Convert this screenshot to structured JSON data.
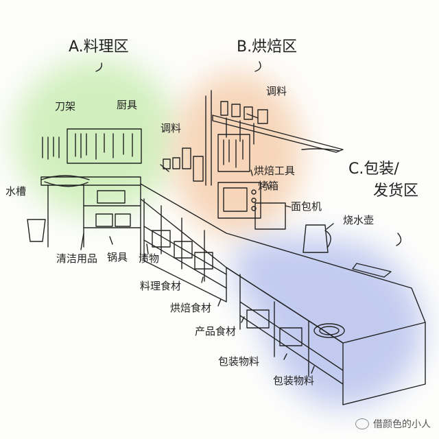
{
  "zones": {
    "a": {
      "title": "A.料理区",
      "color": "#cdeeb8"
    },
    "b": {
      "title": "B.烘焙区",
      "color": "#f6d1b2"
    },
    "c": {
      "title_line1": "C.包装/",
      "title_line2": "发货区",
      "color": "#b8c3ee"
    }
  },
  "labels": {
    "knife_rack": "刀架",
    "kitchenware": "厨具",
    "seasoning_left": "调料",
    "sink": "水槽",
    "seasoning_right": "调料",
    "baking_tools": "烘焙工具",
    "oven": "烤箱",
    "bread_machine": "面包机",
    "kettle": "烧水壶",
    "cleaning_supplies": "清洁用品",
    "pots": "锅具",
    "pickles": "渍物",
    "cooking_ingredients": "料理食材",
    "baking_ingredients": "烘焙食材",
    "product_ingredients": "产品食材",
    "packaging_1": "包装物料",
    "packaging_2": "包装物料"
  },
  "watermark": {
    "text": "借颜色的小人",
    "icon": "chat-bubble-icon"
  }
}
